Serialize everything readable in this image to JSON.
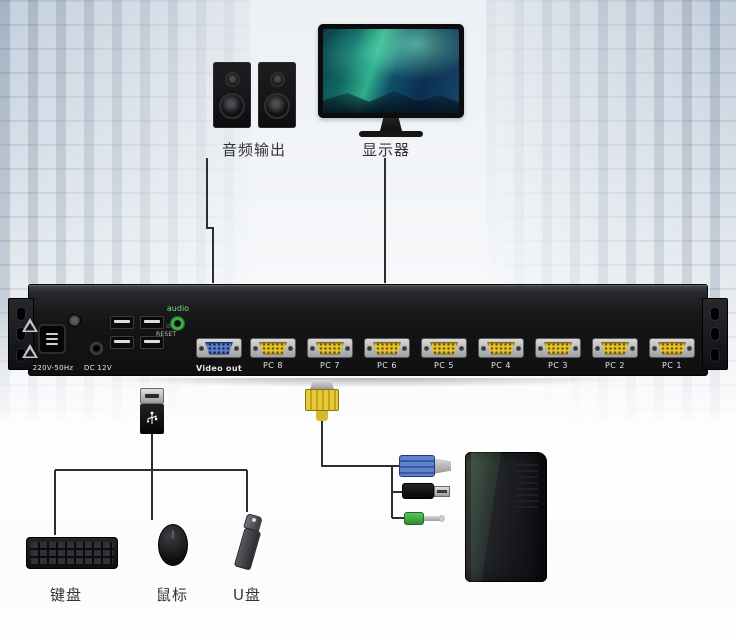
{
  "diagram": {
    "peripherals_top": {
      "audio_output": "音频输出",
      "monitor": "显示器"
    },
    "kvm": {
      "power": "220V-50Hz",
      "dc": "DC 12V",
      "audio": "audio",
      "reset": "RESET",
      "video_out": "Video out",
      "pc_ports": [
        "PC 8",
        "PC 7",
        "PC 6",
        "PC 5",
        "PC 4",
        "PC 3",
        "PC 2",
        "PC 1"
      ]
    },
    "peripherals_bottom": {
      "keyboard": "键盘",
      "mouse": "鼠标",
      "usb_drive": "U盘"
    }
  },
  "colors": {
    "vga_yellow": "#e6c32f",
    "vga_blue": "#5b80cc",
    "audio_green": "#45b545",
    "line": "#2e2e2e"
  }
}
